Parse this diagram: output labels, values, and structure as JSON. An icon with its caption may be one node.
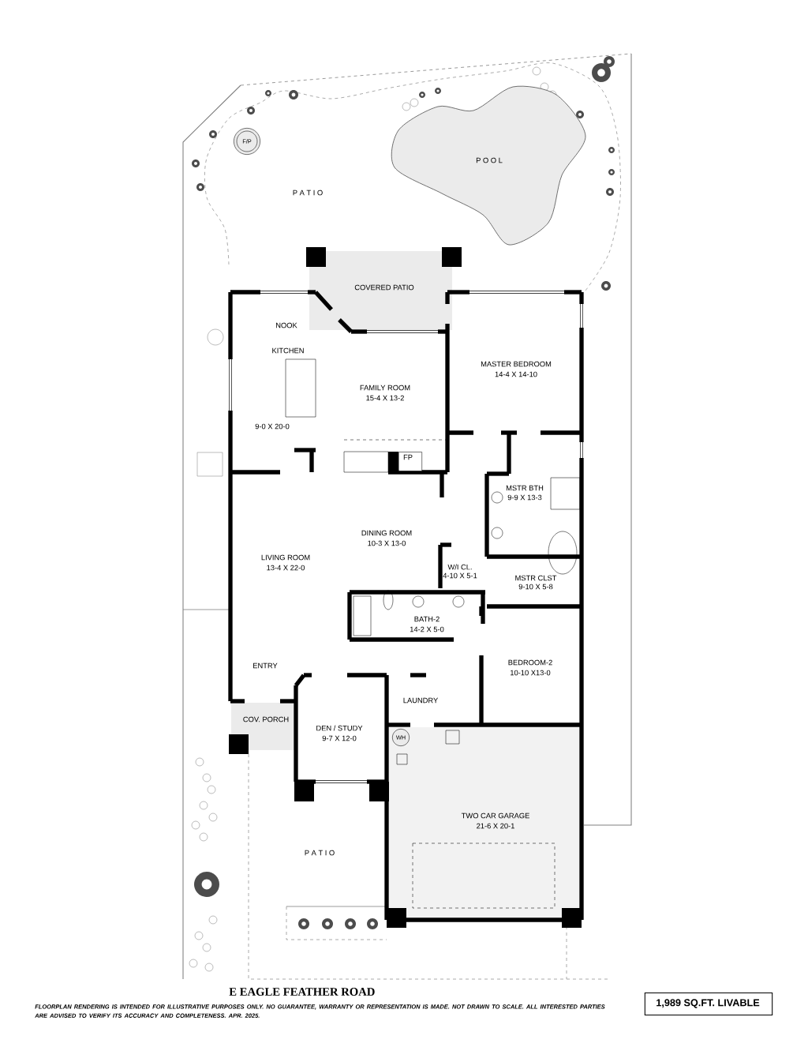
{
  "diagram": {
    "title": "E EAGLE FEATHER ROAD",
    "caption": "FLOORPLAN RENDERING IS INTENDED FOR ILLUSTRATIVE PURPOSES ONLY. NO GUARANTEE, WARRANTY OR REPRESENTATION IS MADE. NOT DRAWN TO SCALE. ALL INTERESTED PARTIES ARE ADVISED TO VERIFY ITS ACCURACY AND COMPLETENESS. APR. 2025.",
    "nodes": [
      {
        "text": [
          "F/P"
        ]
      },
      {
        "text": [
          "P O O L"
        ]
      },
      {
        "text": [
          "COVERED PATIO"
        ]
      },
      {
        "text": [
          "NOOK",
          "KITCHEN",
          "9-0 X 20-0"
        ]
      },
      {
        "text": [
          "FAMILY ROOM",
          "15-4 X 13-2"
        ]
      },
      {
        "text": [
          "MASTER BEDROOM",
          "14-4 X 14-10"
        ]
      },
      {
        "text": [
          "FP"
        ]
      },
      {
        "text": [
          "MSTR BTH",
          "9-9 X 13-3"
        ]
      },
      {
        "text": [
          "DINING ROOM",
          "10-3 X 13-0"
        ]
      },
      {
        "text": [
          "LIVING ROOM",
          "13-4 X 22-0",
          "ENTRY"
        ]
      },
      {
        "text": [
          "W/I CL.",
          "4-10 X 5-1"
        ]
      },
      {
        "text": [
          "MSTR CLST",
          "9-10 X 5-8"
        ]
      },
      {
        "text": [
          "BATH-2",
          "14-2 X 5-0"
        ]
      },
      {
        "text": [
          "BEDROOM-2",
          "10-10 X13-0"
        ]
      },
      {
        "text": [
          "LAUNDRY"
        ]
      },
      {
        "text": [
          "COV. PORCH"
        ]
      },
      {
        "text": [
          "DEN / STUDY",
          "9-7 X 12-0"
        ]
      },
      {
        "text": [
          "WH"
        ],
        "in": 18
      },
      {
        "text": [
          "TWO CAR GARAGE",
          "21-6 X 20-1"
        ]
      },
      {
        "text": [
          "1,989 SQ.FT. LIVABLE"
        ]
      }
    ],
    "labels": [
      "P A T I O",
      "P A T I O"
    ]
  }
}
